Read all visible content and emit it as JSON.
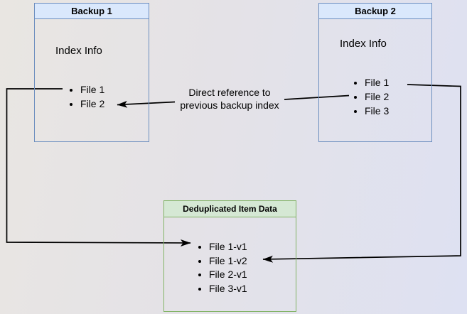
{
  "diagram": {
    "colors": {
      "blue_fill": "#dae8fc",
      "blue_border": "#6c8ebf",
      "green_fill": "#d5e8d4",
      "green_border": "#82b366",
      "line_color": "#000000",
      "background_left": "#e9e6e2",
      "background_right": "#dee1f2"
    },
    "boxes": {
      "backup1": {
        "title": "Backup 1",
        "section_label": "Index Info",
        "files": [
          "File 1",
          "File 2"
        ]
      },
      "backup2": {
        "title": "Backup 2",
        "section_label": "Index Info",
        "files": [
          "File 1",
          "File 2",
          "File 3"
        ]
      },
      "dedup": {
        "title": "Deduplicated Item Data",
        "files": [
          "File 1-v1",
          "File 1-v2",
          "File 2-v1",
          "File 3-v1"
        ]
      }
    },
    "edge_label": {
      "line1": "Direct reference to",
      "line2": "previous backup index"
    }
  }
}
